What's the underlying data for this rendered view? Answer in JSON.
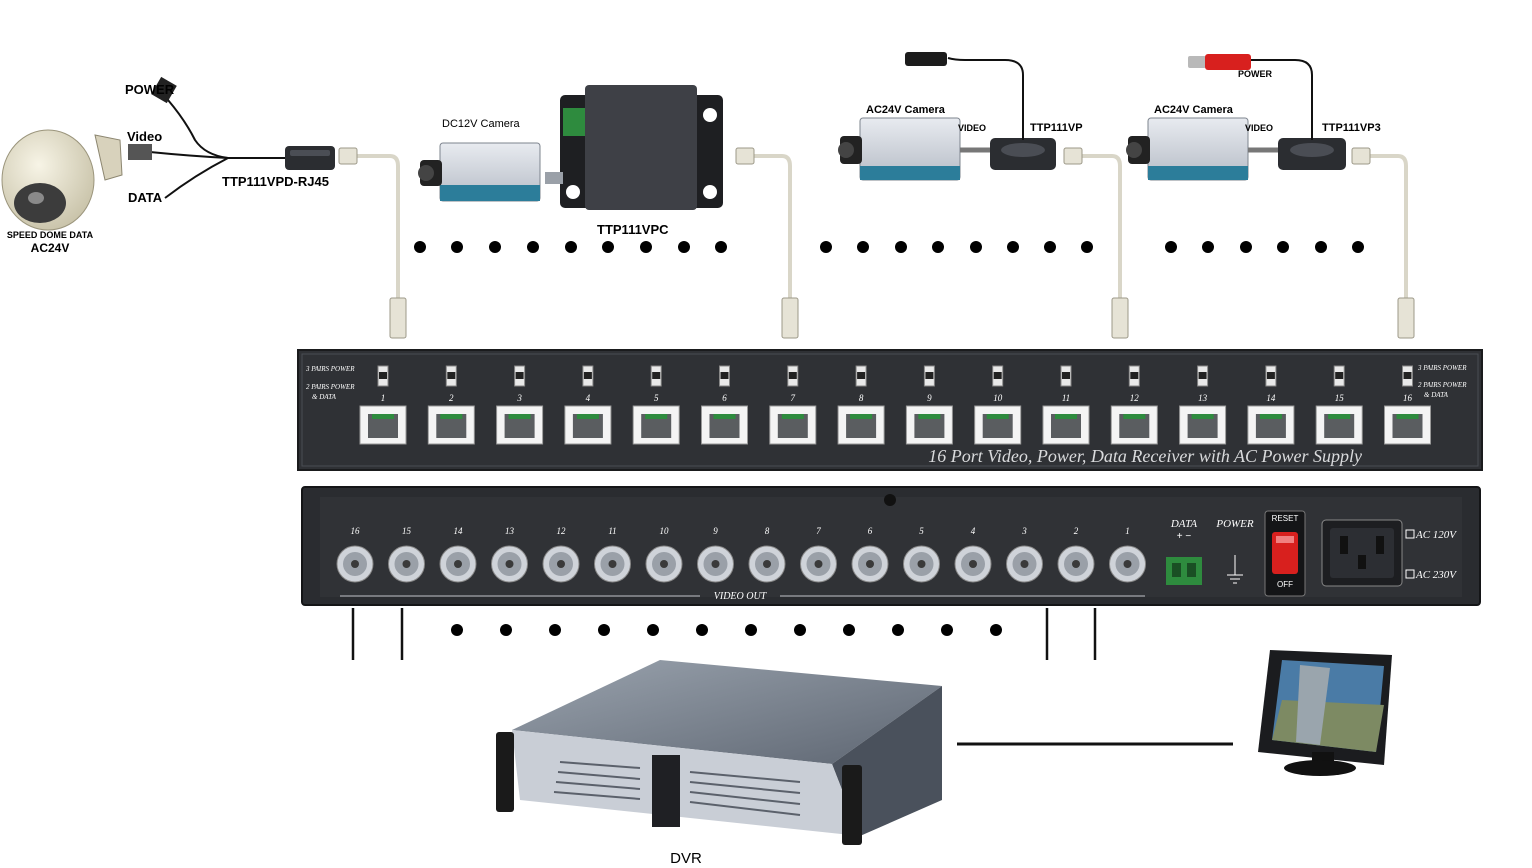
{
  "devices": {
    "speed_dome": {
      "line1": "SPEED DOME DATA",
      "line2": "AC24V"
    },
    "dome_cables": {
      "power": "POWER",
      "video": "Video",
      "data": "DATA"
    },
    "balun_rj45": {
      "label": "TTP111VPD-RJ45"
    },
    "dc12v_camera": {
      "label": "DC12V Camera"
    },
    "ttp111vpc": {
      "label": "TTP111VPC"
    },
    "ac24v_camera_1": {
      "label": "AC24V Camera",
      "video": "VIDEO"
    },
    "ttp111vp": {
      "label": "TTP111VP"
    },
    "ac24v_camera_2": {
      "label": "AC24V Camera",
      "video": "VIDEO",
      "power": "POWER"
    },
    "ttp111vp3": {
      "label": "TTP111VP3"
    },
    "dvr": {
      "label": "DVR"
    }
  },
  "receiver_front": {
    "legend_left_3pairs": "3 PAIRS POWER",
    "legend_left_2pairs_a": "2 PAIRS POWER",
    "legend_left_2pairs_b": "& DATA",
    "legend_right_3pairs": "3 PAIRS POWER",
    "legend_right_2pairs_a": "2 PAIRS POWER",
    "legend_right_2pairs_b": "& DATA",
    "title": "16 Port Video, Power, Data Receiver with AC Power Supply",
    "ports": [
      "1",
      "2",
      "3",
      "4",
      "5",
      "6",
      "7",
      "8",
      "9",
      "10",
      "11",
      "12",
      "13",
      "14",
      "15",
      "16"
    ]
  },
  "receiver_rear": {
    "bnc_ports": [
      "16",
      "15",
      "14",
      "13",
      "12",
      "11",
      "10",
      "9",
      "8",
      "7",
      "6",
      "5",
      "4",
      "3",
      "2",
      "1"
    ],
    "video_out": "VIDEO OUT",
    "data": "DATA",
    "data_polarity": "+ −",
    "power": "POWER",
    "reset": "RESET",
    "off": "OFF",
    "ac_120": "AC 120V",
    "ac_230": "AC 230V"
  },
  "colors": {
    "panel": "#303236",
    "cable": "#d9d6c8",
    "connector_green": "#2e8b3e",
    "switch_red": "#d8201e"
  }
}
